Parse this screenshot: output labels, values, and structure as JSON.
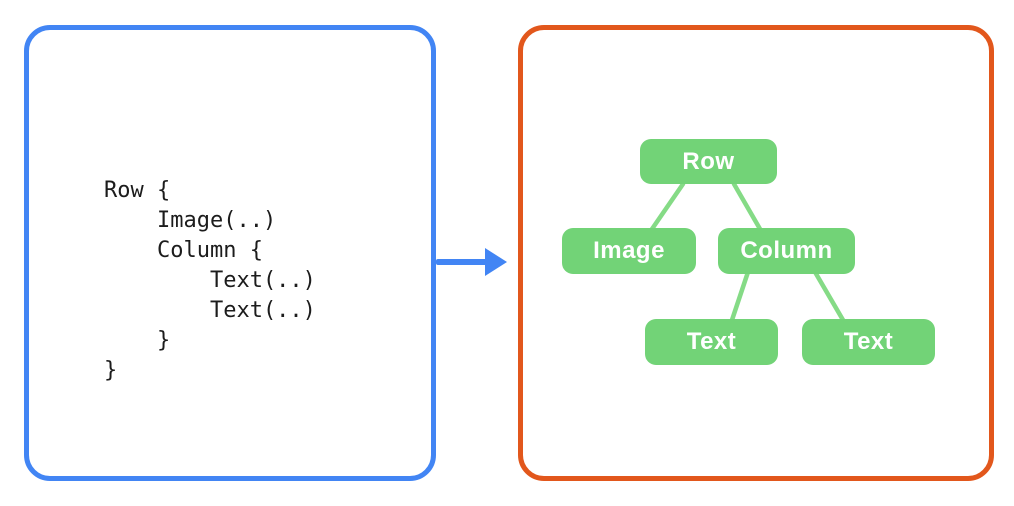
{
  "code_panel": {
    "code": "Row {\n    Image(..)\n    Column {\n        Text(..)\n        Text(..)\n    }\n}"
  },
  "tree_panel": {
    "nodes": [
      {
        "id": "row",
        "label": "Row",
        "parent": null,
        "children": [
          "image",
          "column"
        ]
      },
      {
        "id": "image",
        "label": "Image",
        "parent": "row",
        "children": []
      },
      {
        "id": "column",
        "label": "Column",
        "parent": "row",
        "children": [
          "text-1",
          "text-2"
        ]
      },
      {
        "id": "text-1",
        "label": "Text",
        "parent": "column",
        "children": []
      },
      {
        "id": "text-2",
        "label": "Text",
        "parent": "column",
        "children": []
      }
    ]
  },
  "colors": {
    "background": "#ffffff",
    "code_panel_border": "#4285F4",
    "tree_panel_border": "#E2571C",
    "arrow": "#4285F4",
    "node_green": "#72D377",
    "connector_green": "#85DB86",
    "node_text": "#ffffff",
    "code_text": "#1c1c1c"
  }
}
